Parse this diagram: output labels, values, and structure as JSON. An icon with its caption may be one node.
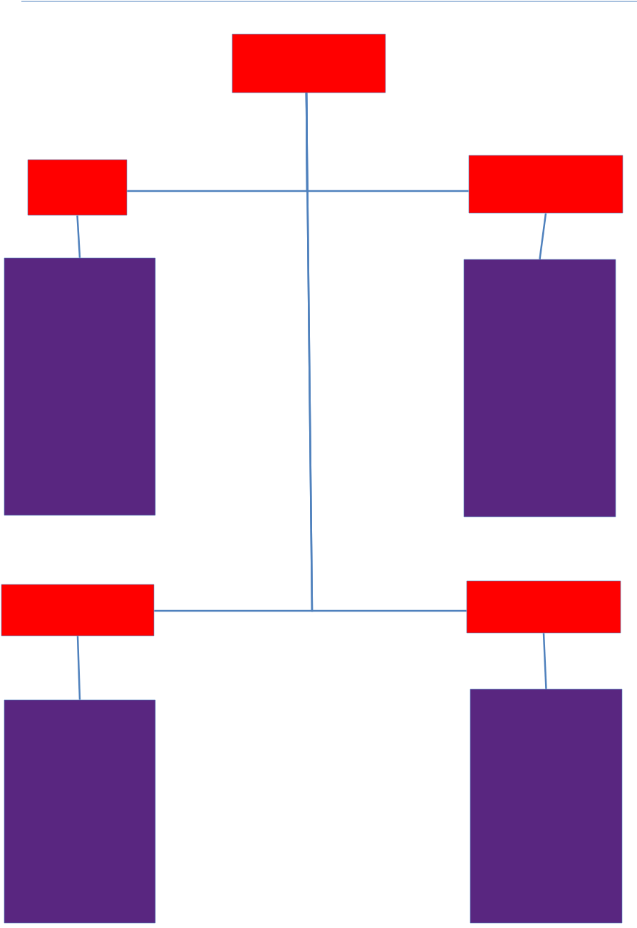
{
  "diagram": {
    "nodes": [
      {
        "text": [],
        "shape": "box"
      },
      {
        "text": [],
        "shape": "box"
      },
      {
        "text": [],
        "shape": "box"
      },
      {
        "text": [],
        "shape": "box"
      },
      {
        "text": [],
        "shape": "box"
      },
      {
        "text": [],
        "shape": "box"
      },
      {
        "text": [],
        "shape": "box"
      },
      {
        "text": [],
        "shape": "box"
      },
      {
        "text": [],
        "shape": "box"
      }
    ],
    "edges": [
      {
        "from": 0,
        "to": 1,
        "arrow": "none"
      },
      {
        "from": 0,
        "to": 2,
        "arrow": "none"
      },
      {
        "from": 0,
        "to": 5,
        "arrow": "none"
      },
      {
        "from": 0,
        "to": 6,
        "arrow": "none"
      },
      {
        "from": 1,
        "to": 3,
        "arrow": "none"
      },
      {
        "from": 2,
        "to": 4,
        "arrow": "none"
      },
      {
        "from": 5,
        "to": 7,
        "arrow": "none"
      },
      {
        "from": 6,
        "to": 8,
        "arrow": "none"
      }
    ]
  }
}
